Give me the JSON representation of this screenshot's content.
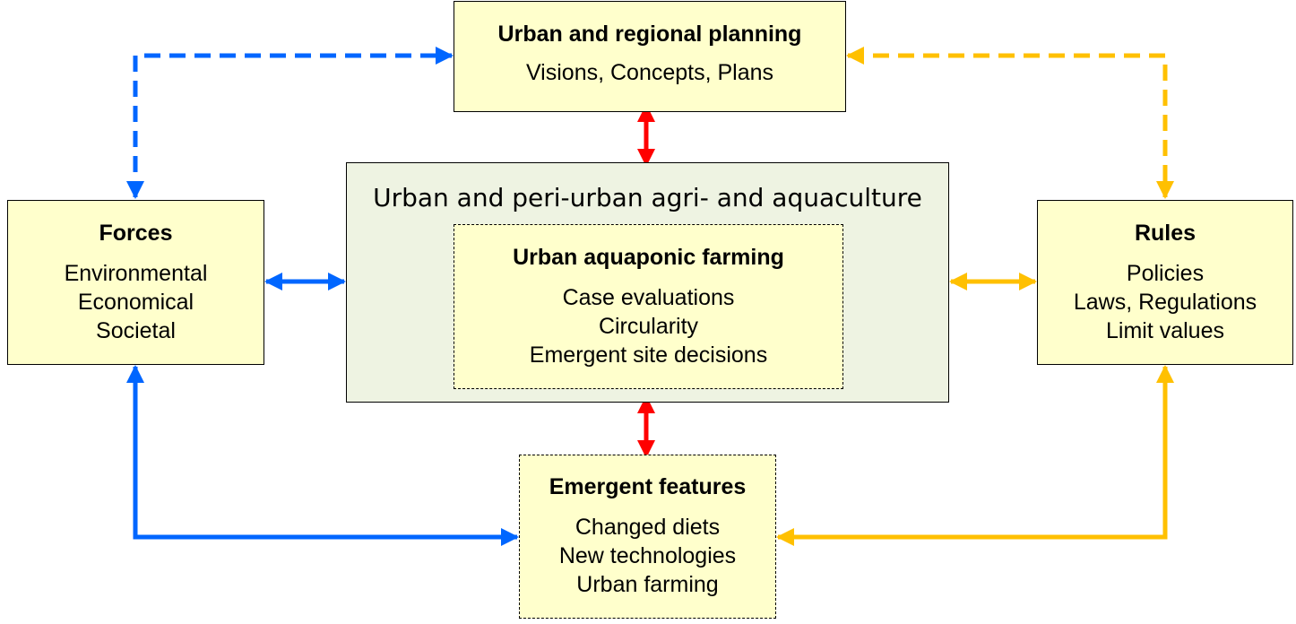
{
  "colors": {
    "box_fill": "#ffffcc",
    "container_fill": "#eef3e2",
    "blue_arrow": "#0066ff",
    "yellow_arrow": "#ffc000",
    "red_arrow": "#ff0000"
  },
  "planning": {
    "title": "Urban and regional planning",
    "lines": [
      "Visions, Concepts, Plans"
    ]
  },
  "forces": {
    "title": "Forces",
    "lines": [
      "Environmental",
      "Economical",
      "Societal"
    ]
  },
  "rules": {
    "title": "Rules",
    "lines": [
      "Policies",
      "Laws, Regulations",
      "Limit values"
    ]
  },
  "urban_agri": {
    "title": "Urban and peri-urban agri- and aquaculture"
  },
  "aquaponic": {
    "title": "Urban aquaponic farming",
    "lines": [
      "Case evaluations",
      "Circularity",
      "Emergent site decisions"
    ]
  },
  "emergent": {
    "title": "Emergent features",
    "lines": [
      "Changed diets",
      "New technologies",
      "Urban farming"
    ]
  }
}
